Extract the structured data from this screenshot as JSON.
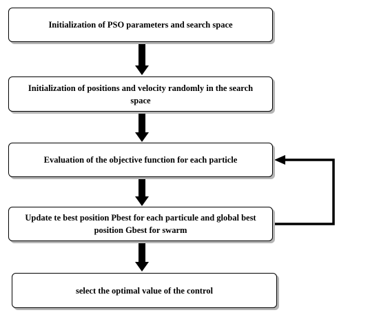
{
  "steps": [
    {
      "label": "Initialization of PSO parameters and search space"
    },
    {
      "label": "Initialization of positions and velocity randomly in the search space"
    },
    {
      "label": "Evaluation of the objective function for each particle"
    },
    {
      "label": "Update te best position Pbest for each particule and global best position Gbest for swarm"
    },
    {
      "label": "select the optimal value of the control"
    }
  ],
  "colors": {
    "stroke": "#000000",
    "box_fill": "#ffffff",
    "shadow": "#b5b5b5"
  }
}
